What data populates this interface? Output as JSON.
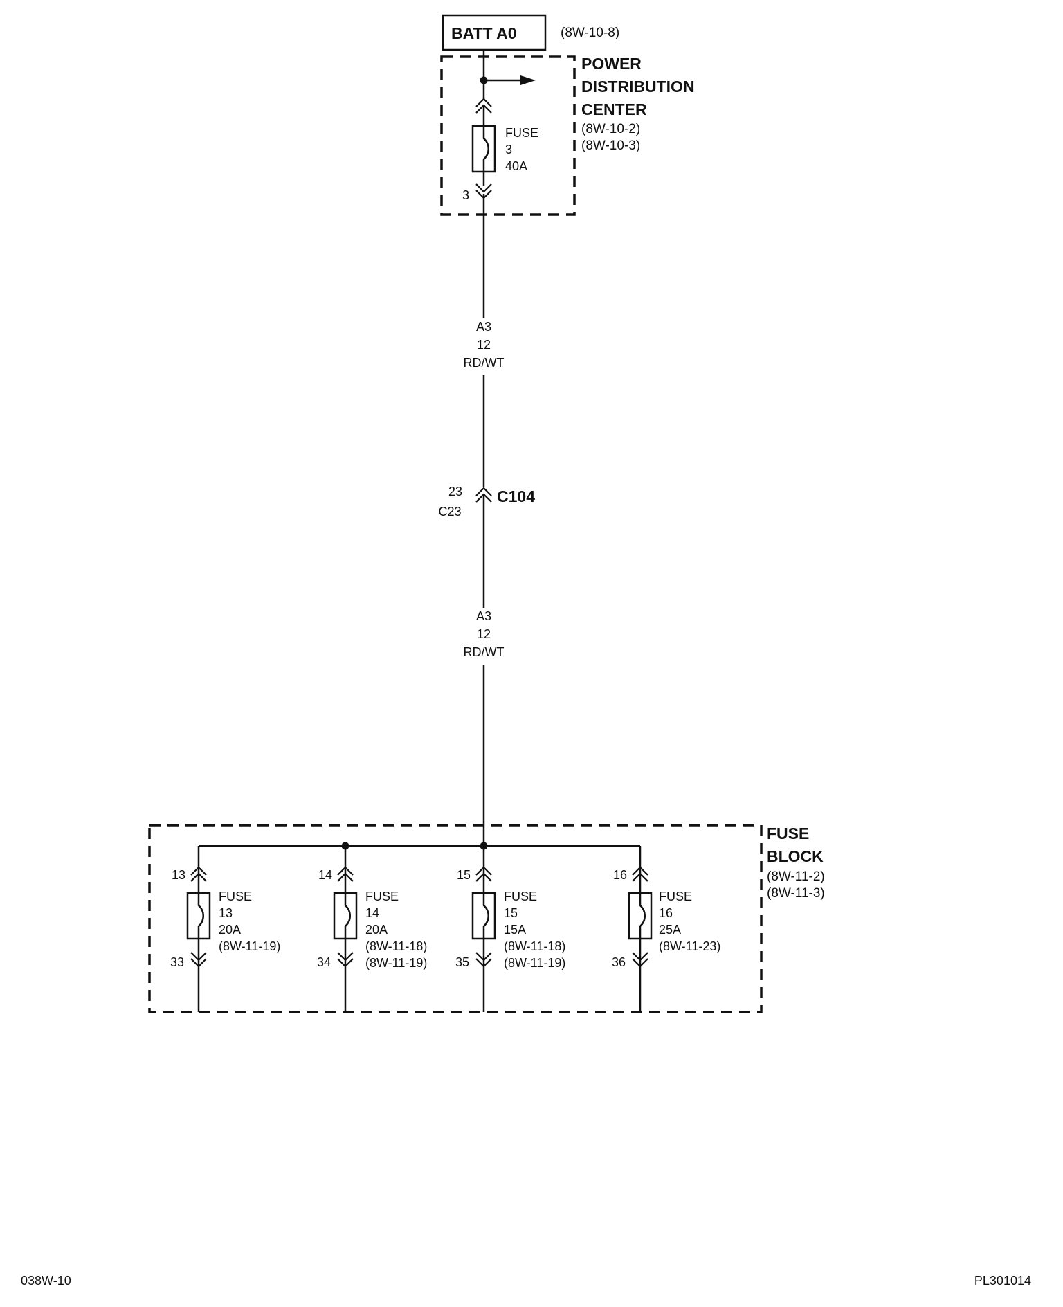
{
  "battery": {
    "label": "BATT A0",
    "ref": "(8W-10-8)"
  },
  "pdc": {
    "title_lines": [
      "POWER",
      "DISTRIBUTION",
      "CENTER"
    ],
    "refs": [
      "(8W-10-2)",
      "(8W-10-3)"
    ],
    "fuse": {
      "lines": [
        "FUSE",
        "3",
        "40A"
      ],
      "pin": "3"
    }
  },
  "wire_upper": {
    "circuit": "A3",
    "gauge": "12",
    "color": "RD/WT"
  },
  "connector": {
    "name": "C104",
    "pin_top": "23",
    "pin_bottom": "C23"
  },
  "wire_lower": {
    "circuit": "A3",
    "gauge": "12",
    "color": "RD/WT"
  },
  "fuse_block": {
    "title_lines": [
      "FUSE",
      "BLOCK"
    ],
    "refs": [
      "(8W-11-2)",
      "(8W-11-3)"
    ],
    "fuses": [
      {
        "in_pin": "13",
        "out_pin": "33",
        "lines": [
          "FUSE",
          "13",
          "20A",
          "(8W-11-19)"
        ]
      },
      {
        "in_pin": "14",
        "out_pin": "34",
        "lines": [
          "FUSE",
          "14",
          "20A",
          "(8W-11-18)",
          "(8W-11-19)"
        ]
      },
      {
        "in_pin": "15",
        "out_pin": "35",
        "lines": [
          "FUSE",
          "15",
          "15A",
          "(8W-11-18)",
          "(8W-11-19)"
        ]
      },
      {
        "in_pin": "16",
        "out_pin": "36",
        "lines": [
          "FUSE",
          "16",
          "25A",
          "(8W-11-23)"
        ]
      }
    ]
  },
  "footer": {
    "left": "038W-10",
    "right": "PL301014"
  }
}
